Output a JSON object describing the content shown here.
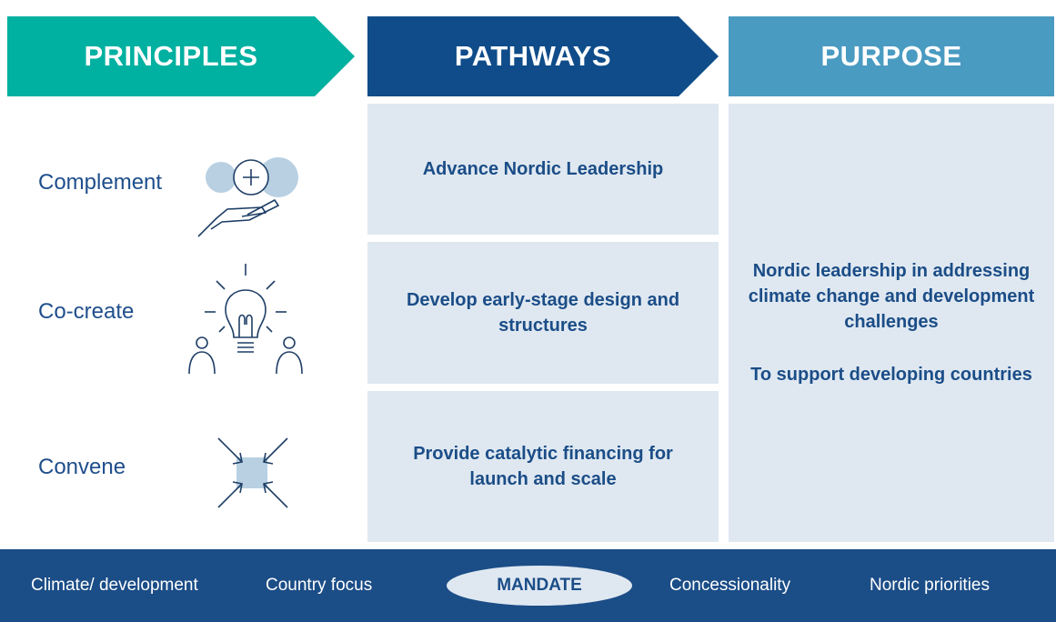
{
  "headers": {
    "principles": "PRINCIPLES",
    "pathways": "PATHWAYS",
    "purpose": "PURPOSE"
  },
  "principles": [
    {
      "label": "Complement",
      "icon": "hand-plus-icon"
    },
    {
      "label": "Co-create",
      "icon": "lightbulb-people-icon"
    },
    {
      "label": "Convene",
      "icon": "converging-arrows-icon"
    }
  ],
  "pathways": [
    "Advance Nordic Leadership",
    "Develop early-stage design and structures",
    "Provide catalytic financing for launch and scale"
  ],
  "purpose": {
    "line1": "Nordic leadership in addressing climate change and development challenges",
    "line2": "To support developing countries"
  },
  "mandate": {
    "center": "MANDATE",
    "items": [
      "Climate/ development",
      "Country focus",
      "Concessionality",
      "Nordic priorities"
    ]
  },
  "colors": {
    "teal": "#00b0a0",
    "navy": "#0f4c89",
    "steel": "#4a9bc1",
    "pale": "#dfe8f1",
    "footer": "#1b4d87",
    "text": "#1f4e8c"
  }
}
